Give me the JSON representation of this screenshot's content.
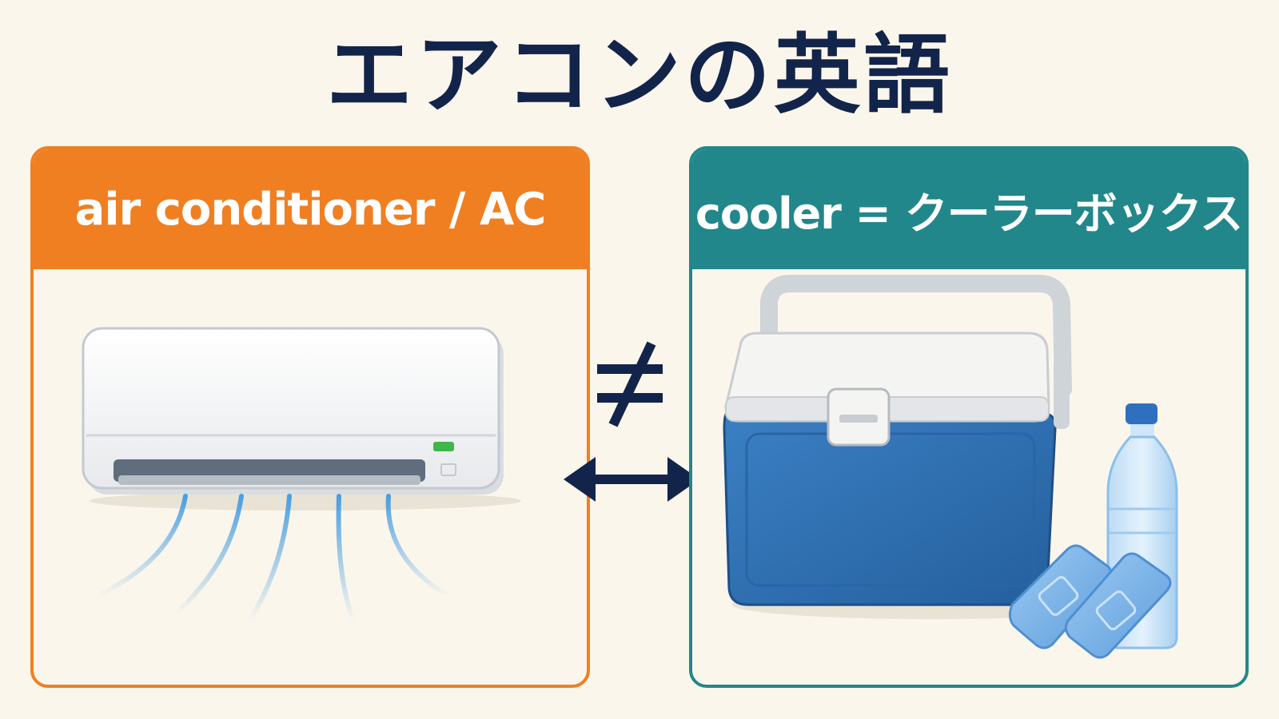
{
  "title": "エアコンの英語",
  "left_panel": {
    "label": "air conditioner / AC",
    "accent": "#f07f22"
  },
  "right_panel": {
    "label": "cooler = クーラーボックス",
    "accent": "#22878a"
  },
  "comparison": {
    "symbol": "≠"
  },
  "icons": [
    "air-conditioner-icon",
    "cooler-box-icon",
    "water-bottle-icon",
    "ice-pack-icon",
    "double-arrow-icon"
  ],
  "colors": {
    "title": "#12244a",
    "cooler_blue": "#2d6fb0",
    "background": "#fbf6ec"
  }
}
